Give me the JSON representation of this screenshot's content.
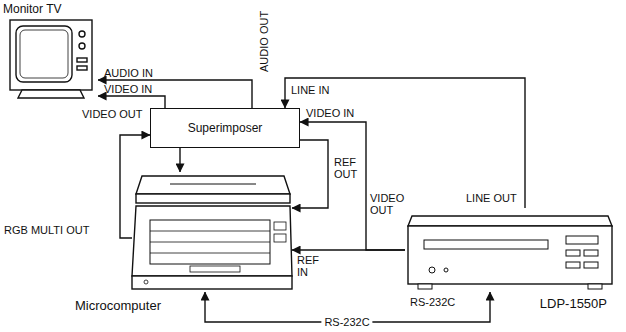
{
  "diagram": {
    "nodes": [
      {
        "text": [
          "Monitor TV"
        ]
      },
      {
        "text": [
          "Superimposer"
        ]
      },
      {
        "text": [
          "Microcomputer"
        ]
      },
      {
        "text": [
          "LDP-1550P"
        ]
      }
    ],
    "edges": [
      {
        "from": 1,
        "to": 0,
        "arrow": "to"
      },
      {
        "from": 1,
        "to": 0,
        "arrow": "to"
      },
      {
        "from": 3,
        "to": 1,
        "arrow": "to"
      },
      {
        "from": 3,
        "to": 1,
        "arrow": "to"
      },
      {
        "from": 1,
        "to": 2,
        "arrow": "to"
      },
      {
        "from": 3,
        "to": 2,
        "arrow": "to"
      },
      {
        "from": 2,
        "to": 1,
        "arrow": "to"
      },
      {
        "from": 1,
        "to": 2,
        "arrow": "to"
      },
      {
        "from": 2,
        "to": 3,
        "label": "RS-232C",
        "arrow": "both"
      }
    ],
    "labels": [
      "AUDIO IN",
      "VIDEO IN",
      "AUDIO OUT",
      "LINE IN",
      "VIDEO OUT",
      "VIDEO IN",
      "REF OUT",
      "VIDEO OUT",
      "LINE OUT",
      "RGB MULTI OUT",
      "REF IN",
      "RS-232C"
    ]
  }
}
